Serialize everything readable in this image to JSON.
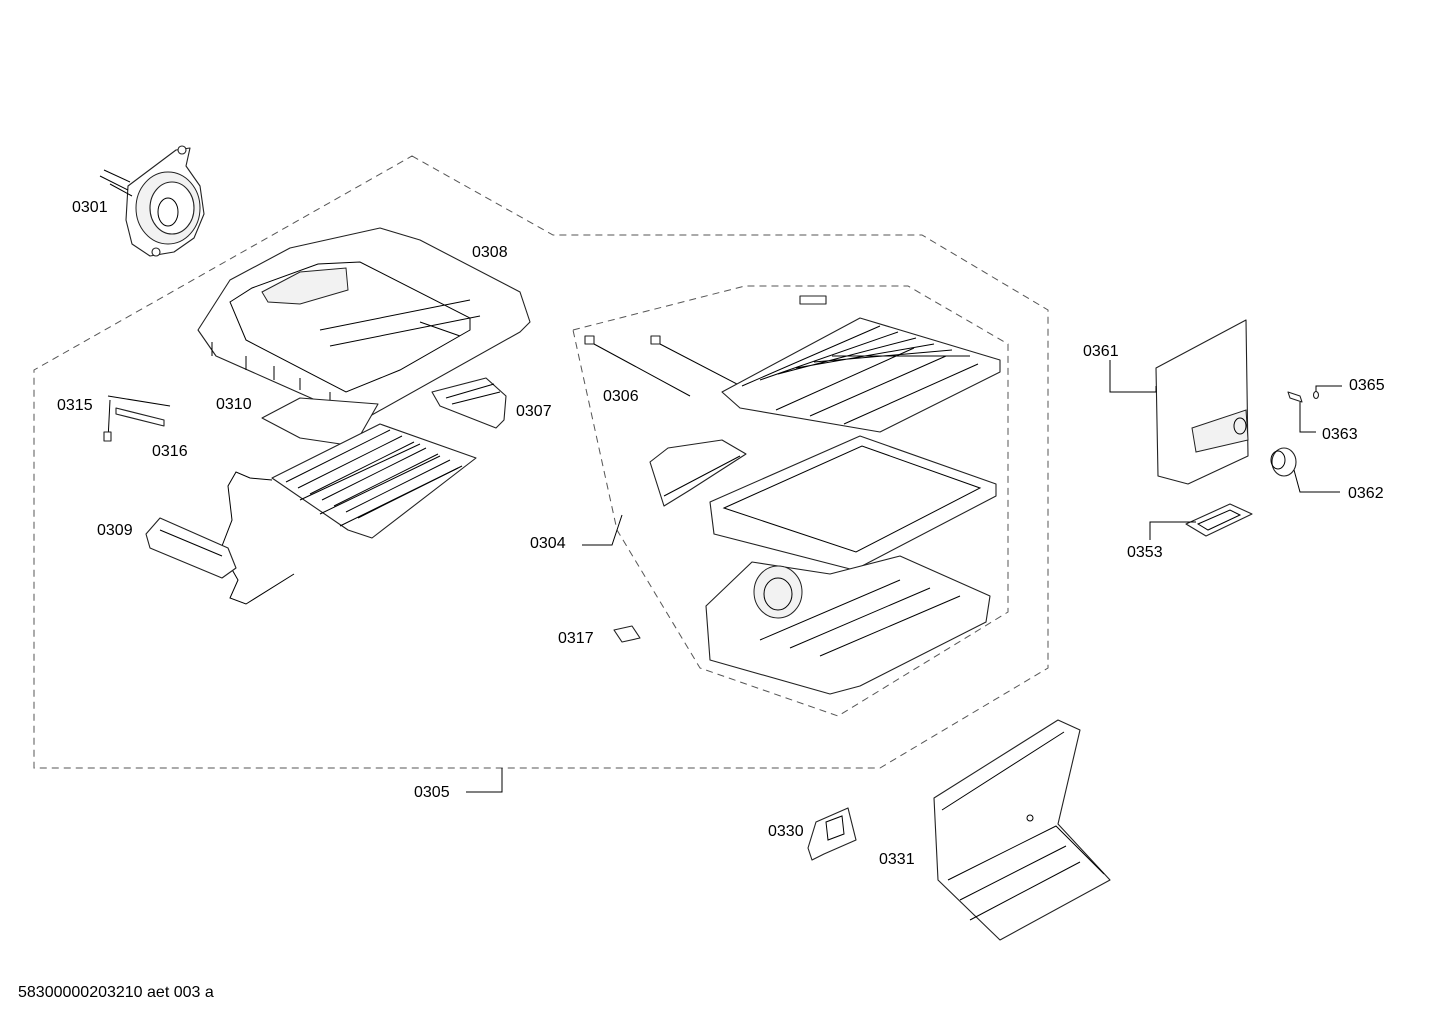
{
  "labels": {
    "p0301": "0301",
    "p0308": "0308",
    "p0315": "0315",
    "p0310": "0310",
    "p0307": "0307",
    "p0316": "0316",
    "p0309": "0309",
    "p0306": "0306",
    "p0304": "0304",
    "p0317": "0317",
    "p0305": "0305",
    "p0361": "0361",
    "p0365": "0365",
    "p0363": "0363",
    "p0362": "0362",
    "p0353": "0353",
    "p0330": "0330",
    "p0331": "0331"
  },
  "footer": "58300000203210 aet 003 a"
}
